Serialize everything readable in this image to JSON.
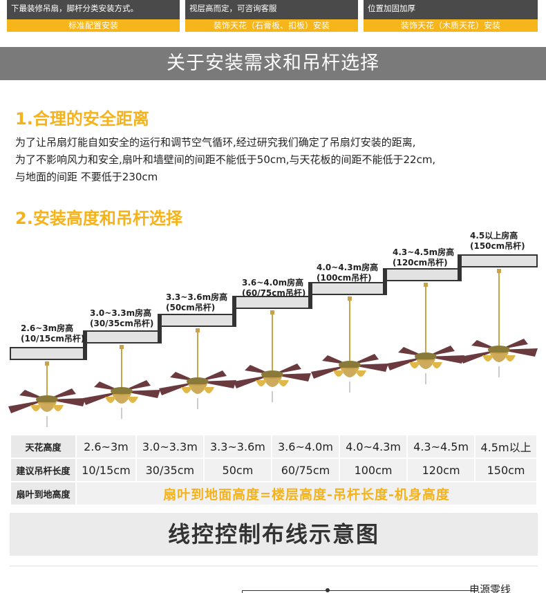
{
  "top_strip": {
    "columns": [
      {
        "desc": "下最装修吊扇，脚杆分类安装方式。",
        "tag": "标准配置安装"
      },
      {
        "desc": "视层高而定，可咨询客服",
        "tag": "装饰天花（石膏板、扣板）安装"
      },
      {
        "desc": "位置加固加厚",
        "tag": "装饰天花（木质天花）安装"
      }
    ]
  },
  "section_banner": "关于安装需求和吊杆选择",
  "section1": {
    "title": "1.合理的安全距离",
    "lines": [
      "为了让吊扇灯能自如安全的运行和调节空气循环,经过研究我们确定了吊扇灯安装的距离,",
      "为了不影响风力和安全,扇叶和墙壁间的间距不能低于50cm,与天花板的间距不能低于22cm,",
      "与地面的间距      不要低于230cm"
    ]
  },
  "section2": {
    "title": "2.安装高度和吊杆选择"
  },
  "steps": [
    {
      "line1": "2.6~3m房高",
      "line2": "(10/15cm吊杆)"
    },
    {
      "line1": "3.0~3.3m房高",
      "line2": "(30/35cm吊杆)"
    },
    {
      "line1": "3.3~3.6m房高",
      "line2": "(50cm吊杆)"
    },
    {
      "line1": "3.6~4.0m房高",
      "line2": "(60/75cm吊杆)"
    },
    {
      "line1": "4.0~4.3m房高",
      "line2": "(100cm吊杆)"
    },
    {
      "line1": "4.3~4.5m房高",
      "line2": "(120cm吊杆)"
    },
    {
      "line1": "4.5以上房高",
      "line2": "(150cm吊杆)"
    }
  ],
  "table": {
    "row1_header": "天花高度",
    "row1": [
      "2.6~3m",
      "3.0~3.3m",
      "3.3~3.6m",
      "3.6~4.0m",
      "4.0~4.3m",
      "4.3~4.5m",
      "4.5m以上"
    ],
    "row2_header": "建议吊杆长度",
    "row2": [
      "10/15cm",
      "30/35cm",
      "50cm",
      "60/75cm",
      "100cm",
      "120cm",
      "150cm"
    ],
    "row3_header": "扇叶到地高度",
    "row3_formula": "扇叶到地面高度=楼层高度-吊杆长度-机身高度"
  },
  "wiring_banner": "线控控制布线示意图",
  "wiring": {
    "label": "电源零线"
  },
  "colors": {
    "accent": "#f5b21a",
    "band": "#7a7a7a",
    "blade": "#6b3a3f",
    "brass": "#c9a24a"
  }
}
